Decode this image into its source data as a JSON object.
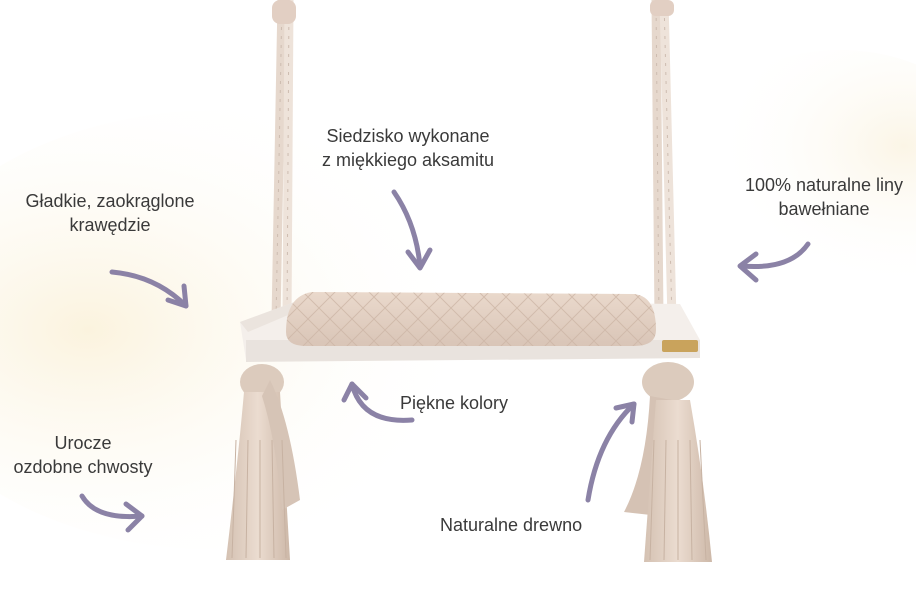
{
  "labels": {
    "seat": [
      "Siedzisko wykonane",
      "z miękkiego aksamitu"
    ],
    "edges": [
      "Gładkie, zaokrąglone",
      "krawędzie"
    ],
    "cotton": [
      "100% naturalne liny",
      "bawełniane"
    ],
    "colors": "Piękne kolory",
    "tassels": [
      "Urocze",
      "ozdobne chwosty"
    ],
    "wood": "Naturalne drewno"
  },
  "colors": {
    "arrow": "#8b82a6",
    "text": "#3a3a3a",
    "rope": "#e9dcd2",
    "cushion": "#e3d2c6",
    "board": "#f6f2ef",
    "tassel": "#e1d0c3"
  }
}
